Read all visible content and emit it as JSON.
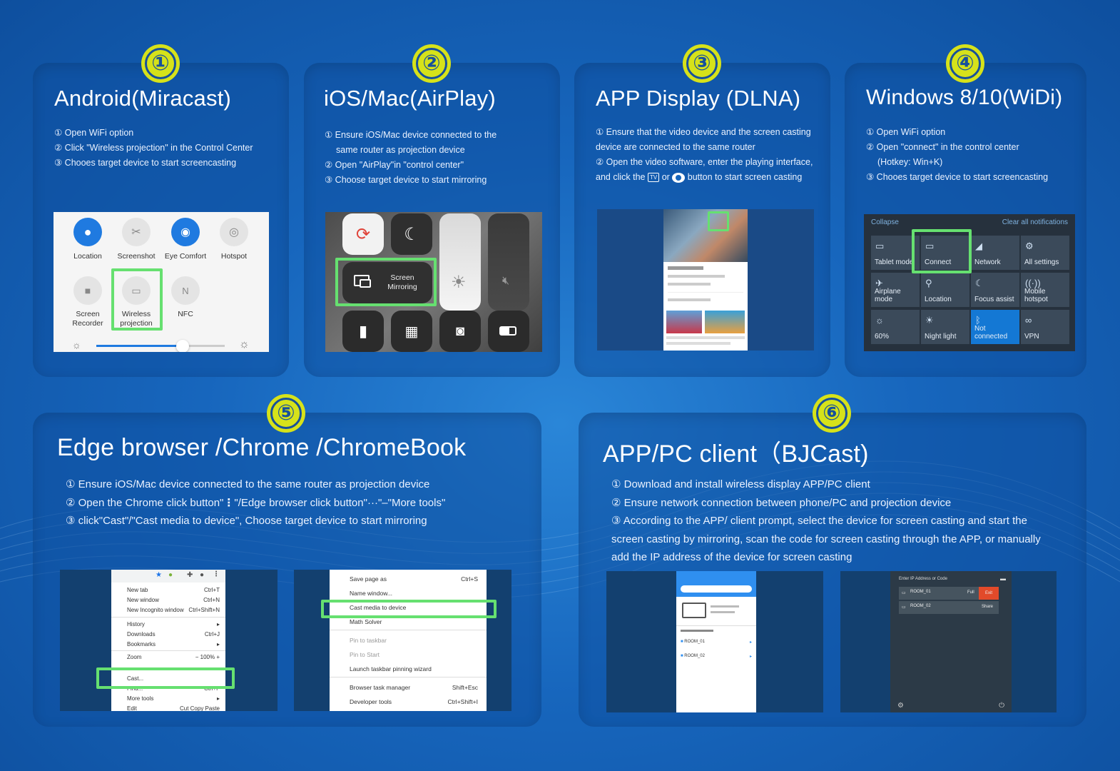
{
  "badges": [
    "①",
    "②",
    "③",
    "④",
    "⑤",
    "⑥"
  ],
  "cards": {
    "android": {
      "title": "Android(Miracast)",
      "steps": [
        "① Open WiFi option",
        "② Click \"Wireless projection\" in the Control Center",
        "③ Chooes target device to start screencasting"
      ],
      "tiles": [
        "Location",
        "Screenshot",
        "Eye Comfort",
        "Hotspot",
        "Screen Recorder",
        "Wireless projection",
        "NFC"
      ]
    },
    "ios": {
      "title": "iOS/Mac(AirPlay)",
      "steps": [
        "① Ensure iOS/Mac device connected to the",
        "same router as projection device",
        "② Open \"AirPlay\"in \"control center\"",
        "③ Choose target device to start mirroring"
      ],
      "mirroring_label": "Screen Mirroring"
    },
    "dlna": {
      "title": "APP Display (DLNA)",
      "steps": [
        "① Ensure that the video device and the screen casting",
        "device are connected to the same router",
        "② Open the video software, enter the playing interface,"
      ],
      "step_last_a": "and click the",
      "step_last_or": "or",
      "step_last_b": "button to start screen casting",
      "tv_icon_label": "TV"
    },
    "windows": {
      "title": "Windows 8/10(WiDi)",
      "steps": [
        "① Open WiFi option",
        "② Open \"connect\" in the control center",
        "(Hotkey: Win+K)",
        "③ Chooes target device to start screencasting"
      ],
      "header_left": "Collapse",
      "header_right": "Clear all notifications",
      "tiles": [
        "Tablet mode",
        "Connect",
        "Network",
        "All settings",
        "Airplane mode",
        "Location",
        "Focus assist",
        "Mobile hotspot",
        "60%",
        "Night light",
        "Not connected",
        "VPN"
      ]
    },
    "edge": {
      "title": "Edge browser /Chrome /ChromeBook",
      "steps": [
        "① Ensure iOS/Mac device connected to the same router as projection device"
      ],
      "step2_a": "② Open the Chrome click button\"",
      "step2_b": "\"/Edge browser click button\"",
      "step2_dots": "···",
      "step2_c": "\"–\"More tools\"",
      "step3": "③ click\"Cast\"/\"Cast media to device\", Choose target device to start mirroring",
      "chrome_menu": [
        [
          "New tab",
          "Ctrl+T"
        ],
        [
          "New window",
          "Ctrl+N"
        ],
        [
          "New Incognito window",
          "Ctrl+Shift+N"
        ],
        [
          "History",
          "▸"
        ],
        [
          "Downloads",
          "Ctrl+J"
        ],
        [
          "Bookmarks",
          "▸"
        ],
        [
          "Zoom",
          "− 100% +"
        ],
        [
          "Cast...",
          ""
        ],
        [
          "Find...",
          "Ctrl+F"
        ],
        [
          "More tools",
          "▸"
        ],
        [
          "Edit",
          "Cut Copy Paste"
        ]
      ],
      "edge_menu": [
        [
          "Save page as",
          "Ctrl+S"
        ],
        [
          "Name window...",
          ""
        ],
        [
          "Cast media to device",
          ""
        ],
        [
          "Math Solver",
          ""
        ],
        [
          "Pin to taskbar",
          ""
        ],
        [
          "Pin to Start",
          ""
        ],
        [
          "Launch taskbar pinning wizard",
          ""
        ],
        [
          "Browser task manager",
          "Shift+Esc"
        ],
        [
          "Developer tools",
          "Ctrl+Shift+I"
        ]
      ]
    },
    "bjcast": {
      "title": "APP/PC client（BJCast)",
      "steps": [
        "① Download and install wireless display APP/PC client",
        "② Ensure network connection between phone/PC and projection device",
        "③ According to the APP/ client prompt, select the device for screen casting and start the",
        "screen casting by mirroring, scan the code for screen casting through the APP, or manually",
        "add the IP address of the device for screen casting"
      ],
      "app_rooms": [
        "ROOM_01",
        "ROOM_02"
      ],
      "pc_header": "Enter IP Address or Code",
      "pc_rooms": [
        "ROOM_01",
        "ROOM_02"
      ],
      "pc_btn_full": "Full",
      "pc_btn_exit": "Exit",
      "pc_btn_share": "Share"
    }
  },
  "colors": {
    "accent_green": "#66e070",
    "badge_yellow": "#d6e21a",
    "bg_blue": "#1766bd"
  }
}
